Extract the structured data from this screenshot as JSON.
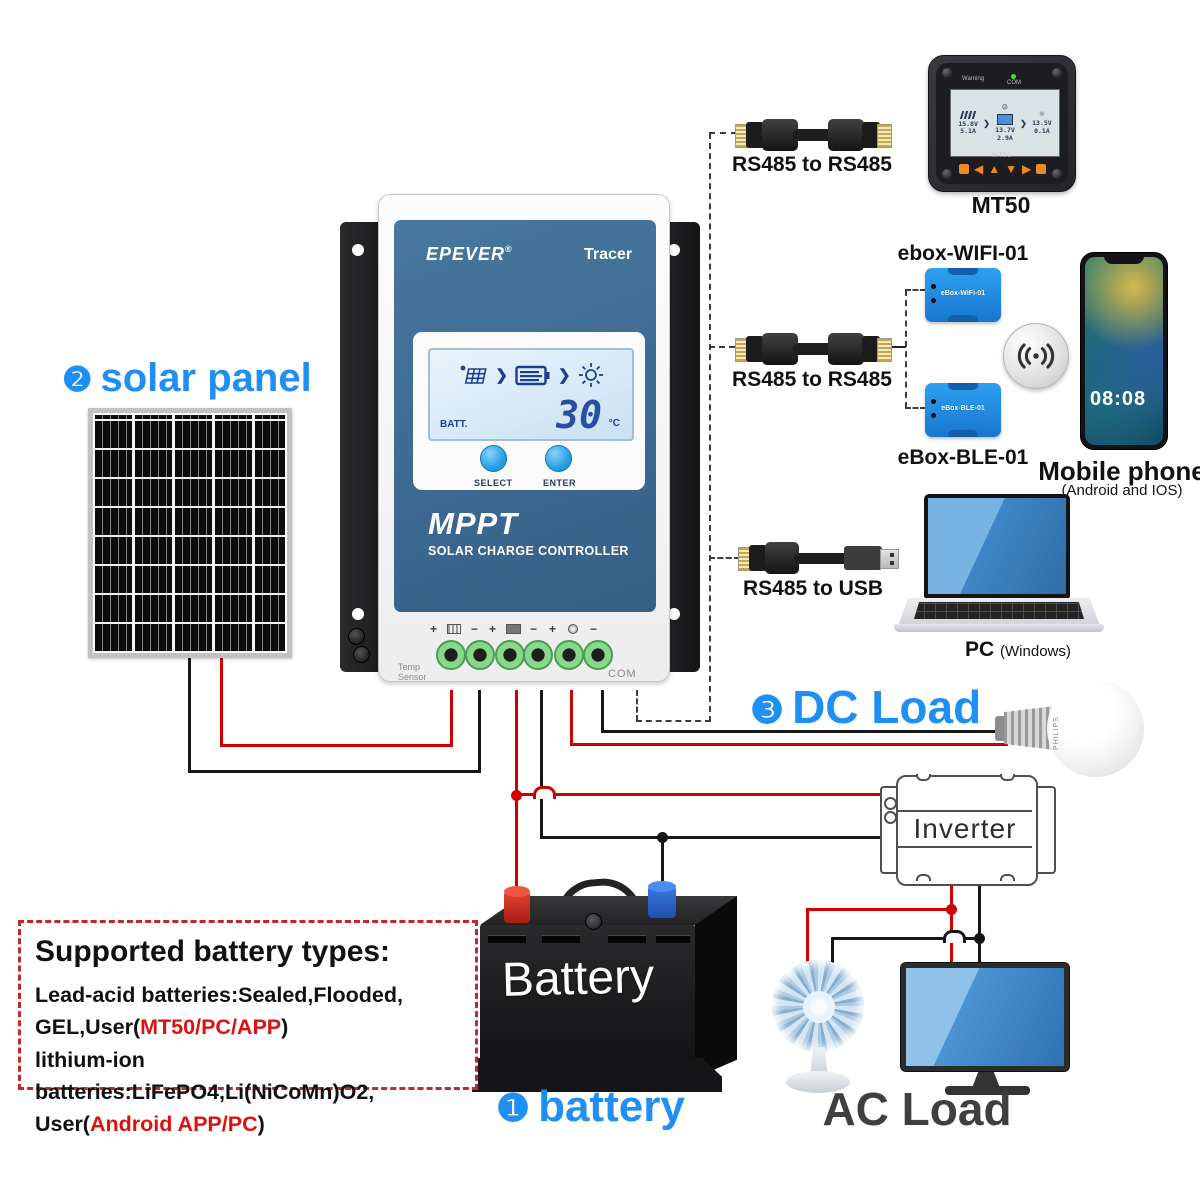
{
  "colors": {
    "accent_blue": "#1e90f5",
    "wire_red": "#cf0000",
    "wire_black": "#161616",
    "controller_panel_blue": "#3a668f",
    "ebox_blue": "#1f8fe8",
    "warning_red": "#dd1111"
  },
  "sections": {
    "solar_panel": {
      "badge": "❷",
      "label": "solar panel"
    },
    "battery": {
      "badge": "❶",
      "label": "battery"
    },
    "dc_load": {
      "badge": "❸",
      "label": "DC Load"
    },
    "ac_load": {
      "label": "AC Load"
    }
  },
  "controller": {
    "brand": "EPEVER",
    "reg_mark": "®",
    "series": "Tracer",
    "lcd": {
      "batt_label": "BATT.",
      "temp_value": "30",
      "temp_unit": "°C",
      "arrow": "❯"
    },
    "button_select": "SELECT",
    "button_enter": "ENTER",
    "title": "MPPT",
    "subtitle": "SOLAR CHARGE CONTROLLER",
    "temp_sensor": "Temp Sensor",
    "com": "COM",
    "terminal_signs": {
      "plus": "+",
      "minus": "−"
    }
  },
  "accessories": {
    "mt50": {
      "label": "MT50",
      "lcd_warning": "Warning",
      "lcd_com": "COM",
      "lcd_model": "MT50",
      "readings": [
        {
          "volts": "15.8V",
          "amps": "5.1A"
        },
        {
          "volts": "13.7V",
          "amps": "2.9A"
        },
        {
          "volts": "13.5V",
          "amps": "0.1A"
        }
      ]
    },
    "ebox_wifi": {
      "label": "ebox-WIFI-01",
      "inner": "eBox-WiFi-01"
    },
    "ebox_ble": {
      "label": "eBox-BLE-01",
      "inner": "eBox-BLE-01"
    },
    "phone": {
      "label": "Mobile phone",
      "sublabel": "(Android and IOS)",
      "time": "08:08"
    },
    "pc": {
      "label": "PC",
      "sublabel": "(Windows)"
    }
  },
  "cables": {
    "rs485_top": "RS485 to RS485",
    "rs485_mid": "RS485 to RS485",
    "rs485_usb": "RS485 to USB"
  },
  "devices": {
    "inverter": "Inverter",
    "battery_body": "Battery",
    "bulb_brand": "PHILIPS"
  },
  "battery_types": {
    "title": "Supported battery types:",
    "line1": "Lead-acid batteries:Sealed,Flooded,",
    "line2_pre": "GEL,User(",
    "line2_red": "MT50/PC/APP",
    "line2_post": ")",
    "line3": "lithium-ion batteries:LiFePO4,Li(NiCoMn)O2,",
    "line4_pre": "User(",
    "line4_red": "Android APP/PC",
    "line4_post": ")"
  }
}
